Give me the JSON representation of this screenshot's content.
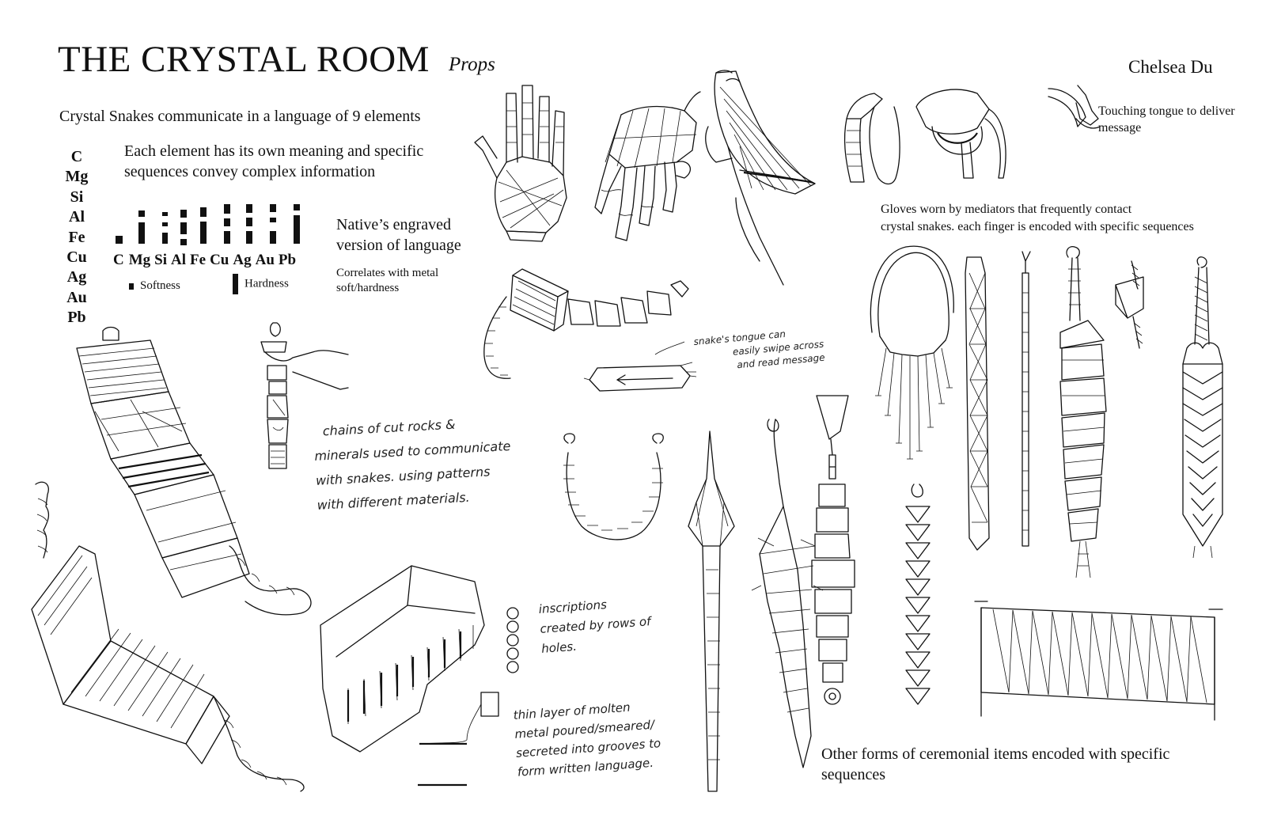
{
  "header": {
    "title": "THE CRYSTAL ROOM",
    "subtitle": "Props",
    "author": "Chelsea Du"
  },
  "language": {
    "intro": "Crystal Snakes communicate in a language of 9 elements",
    "description_line1": "Each element has its own meaning and specific",
    "description_line2": "sequences convey complex information",
    "elements": [
      "C",
      "Mg",
      "Si",
      "Al",
      "Fe",
      "Cu",
      "Ag",
      "Au",
      "Pb"
    ],
    "chart_labels": [
      "C",
      "Mg",
      "Si",
      "Al",
      "Fe",
      "Cu",
      "Ag",
      "Au",
      "Pb"
    ],
    "legend_softness": "Softness",
    "legend_hardness": "Hardness",
    "engraved_line1": "Native’s engraved",
    "engraved_line2": "version of language",
    "correlates_line1": "Correlates with metal",
    "correlates_line2": "soft/hardness"
  },
  "notes": {
    "tongue_line1": "Touching tongue to deliver",
    "tongue_line2": "message",
    "gloves_line1": "Gloves worn  by mediators that frequently contact",
    "gloves_line2": "crystal snakes. each finger is encoded with specific sequences",
    "swipe_line1": "snake's tongue can",
    "swipe_line2": "easily swipe across",
    "swipe_line3": "and read message",
    "chains_line1": "chains of cut rocks &",
    "chains_line2": "minerals used to communicate",
    "chains_line3": "with snakes. using patterns",
    "chains_line4": "with different materials.",
    "inscriptions_line1": "inscriptions",
    "inscriptions_line2": "created by rows of",
    "inscriptions_line3": "holes.",
    "molten_line1": "thin layer of molten",
    "molten_line2": "metal poured/smeared/",
    "molten_line3": "secreted into grooves to",
    "molten_line4": "form written language.",
    "ceremonial_line1": "Other forms of ceremonial items encoded with specific",
    "ceremonial_line2": "sequences"
  },
  "illustrations": {
    "glove_icon": "glove-sketch",
    "amulet_icon": "amulet-sketch",
    "necklace_icon": "necklace-sketch",
    "tablet_icon": "stone-tablet-sketch"
  }
}
